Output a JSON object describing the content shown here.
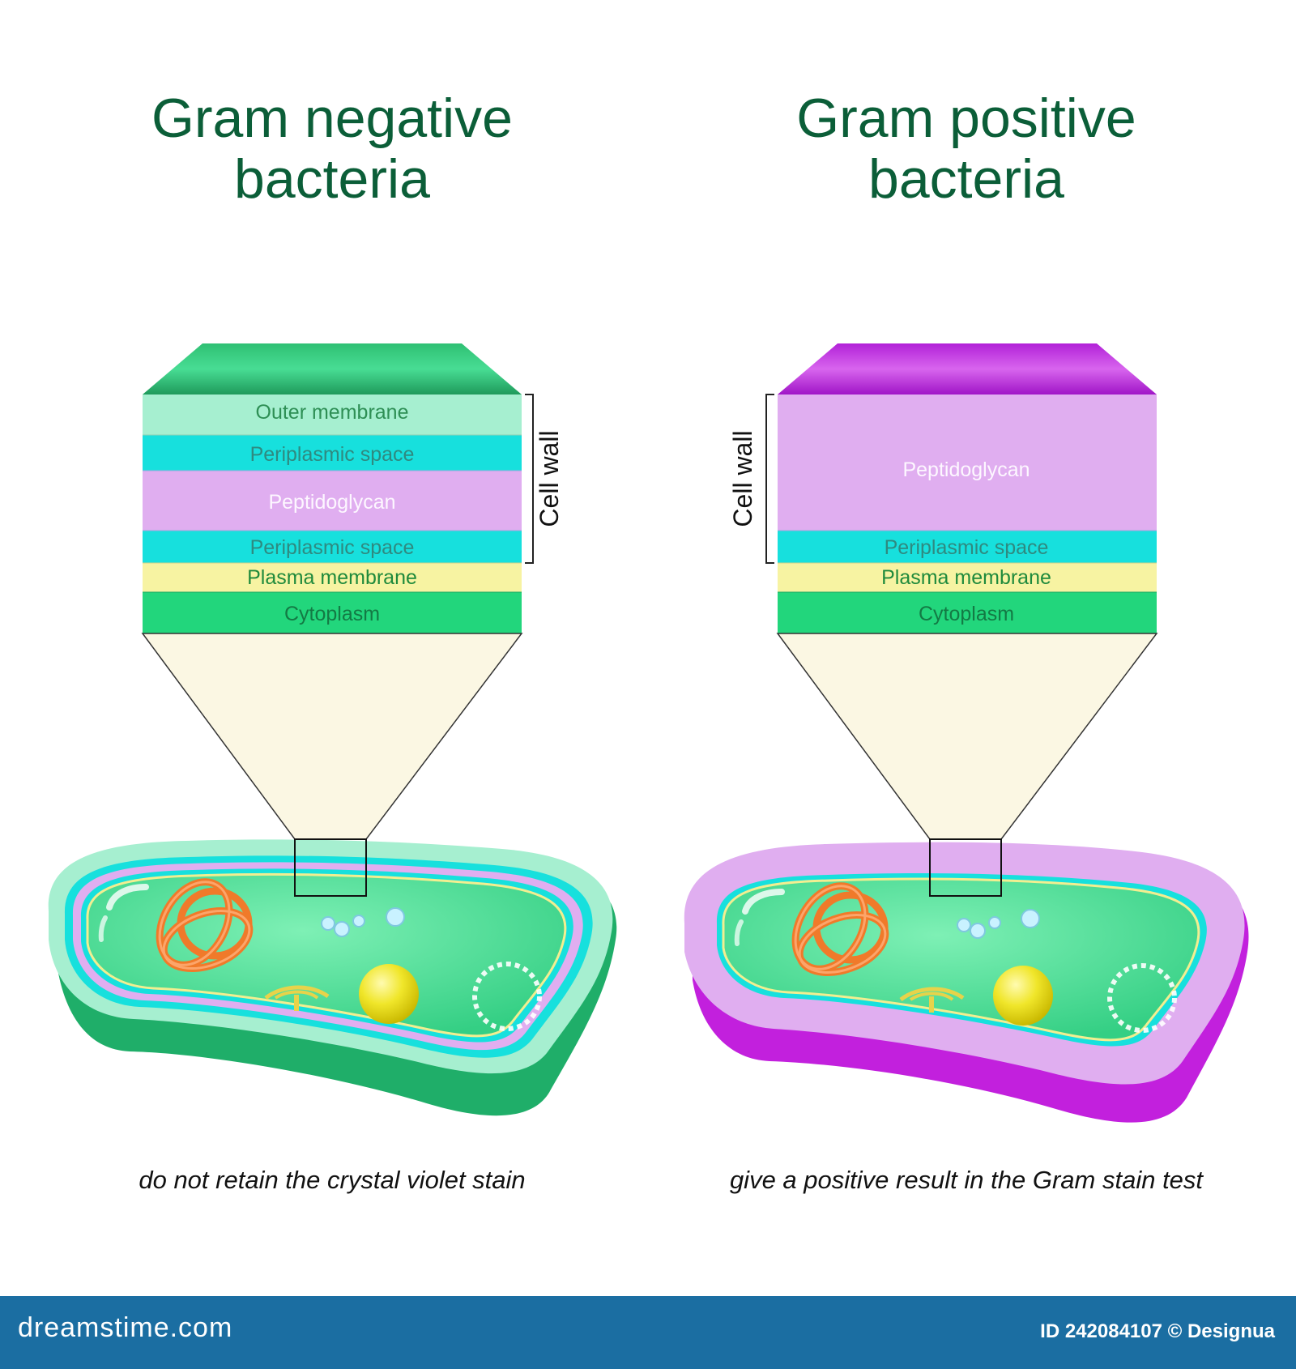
{
  "left": {
    "title_line1": "Gram negative",
    "title_line2": "bacteria",
    "cell_wall_label": "Cell wall",
    "layers": [
      "Outer membrane",
      "Periplasmic space",
      "Peptidoglycan",
      "Periplasmic space",
      "Plasma membrane",
      "Cytoplasm"
    ],
    "caption": "do not retain the crystal violet stain"
  },
  "right": {
    "title_line1": "Gram positive",
    "title_line2": "bacteria",
    "cell_wall_label": "Cell wall",
    "layers": [
      "Peptidoglycan",
      "Periplasmic space",
      "Plasma membrane",
      "Cytoplasm"
    ],
    "caption": "give a positive result in the Gram stain test"
  },
  "footer": {
    "brand": "dreamstime.com",
    "credit": "ID 242084107 © Designua"
  },
  "colors": {
    "title_green": "#0b5e38",
    "outer_membrane": "#a6efd0",
    "periplasmic_space": "#17e0dd",
    "peptidoglycan": "#e0aef0",
    "plasma_membrane": "#f7f3a2",
    "cytoplasm": "#22d67c",
    "footer_blue": "#1b6ea2"
  }
}
